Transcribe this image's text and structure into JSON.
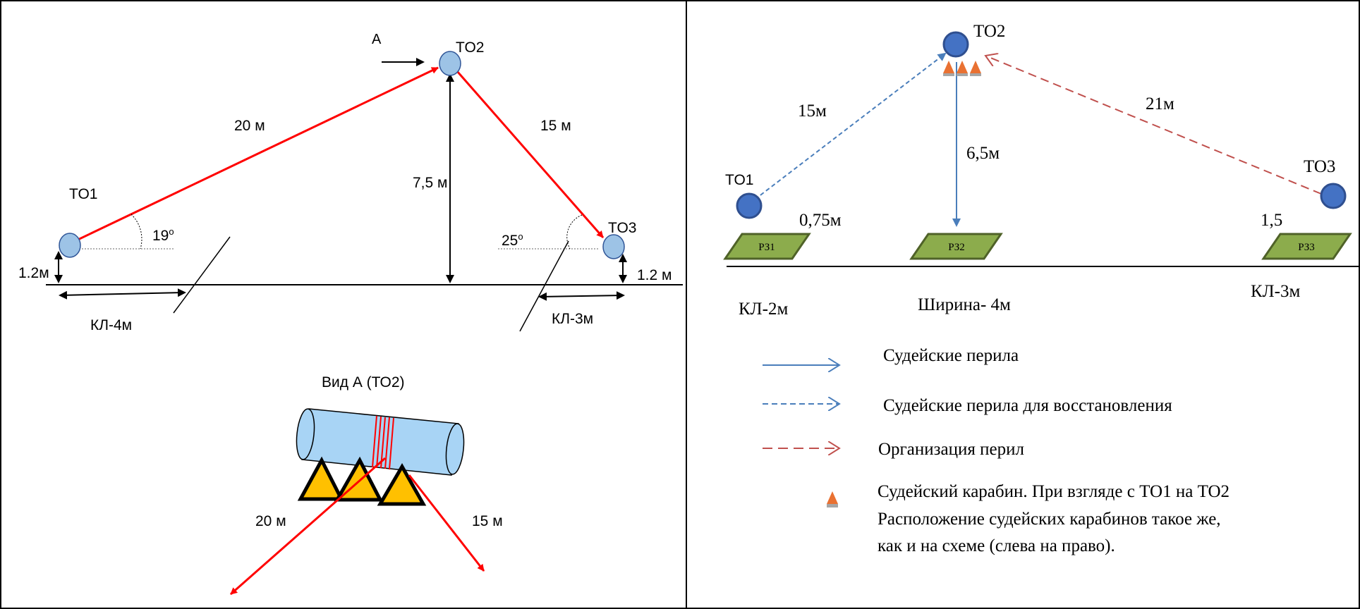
{
  "left_panel": {
    "arrow_a_label": "A",
    "nodes": {
      "to1": "TO1",
      "to2": "TO2",
      "to3": "TO3"
    },
    "dist_to1_to2": "20 м",
    "dist_to2_to3": "15 м",
    "height_to2": "7,5 м",
    "angle_to1": "19",
    "angle_to3": "25",
    "degree_sign": "o",
    "height_to1": "1.2м",
    "height_to3": "1.2 м",
    "kl_left": "КЛ-4м",
    "kl_right": "КЛ-3м",
    "view_title": "Вид А (ТО2)",
    "view_left_dist": "20 м",
    "view_right_dist": "15 м"
  },
  "right_panel": {
    "nodes": {
      "to1": "TO1",
      "to2": "TO2",
      "to3": "TO3"
    },
    "dist_to1_to2": "15м",
    "dist_to2_rz2": "6,5м",
    "dist_to3_to2": "21м",
    "height_to1": "0,75м",
    "height_to3": "1,5",
    "zones": [
      "РЗ1",
      "РЗ2",
      "РЗ3"
    ],
    "kl_left": "КЛ-2м",
    "width_label": "Ширина- 4м",
    "kl_right": "КЛ-3м",
    "legend": [
      {
        "style": "solid",
        "label": "Судейские перила"
      },
      {
        "style": "dotted",
        "label": "Судейские перила для восстановления"
      },
      {
        "style": "dashed",
        "label": "Организация перил"
      }
    ],
    "carabiner_legend_lines": [
      "Судейский карабин. При взгляде с ТО1 на ТО2",
      "Расположение судейских карабинов такое же,",
      "как и на схеме (слева на право)."
    ]
  },
  "colors": {
    "red_line": "#ff0000",
    "node_left": "#9dc3e6",
    "node_right": "#4472c4",
    "zone_fill": "#8cac4c",
    "blue_line": "#4a7ebb",
    "dashed_red": "#c0504d",
    "carabiner": "#e97132",
    "log": "#a8d4f5",
    "triangle_fill": "#ffc000"
  }
}
